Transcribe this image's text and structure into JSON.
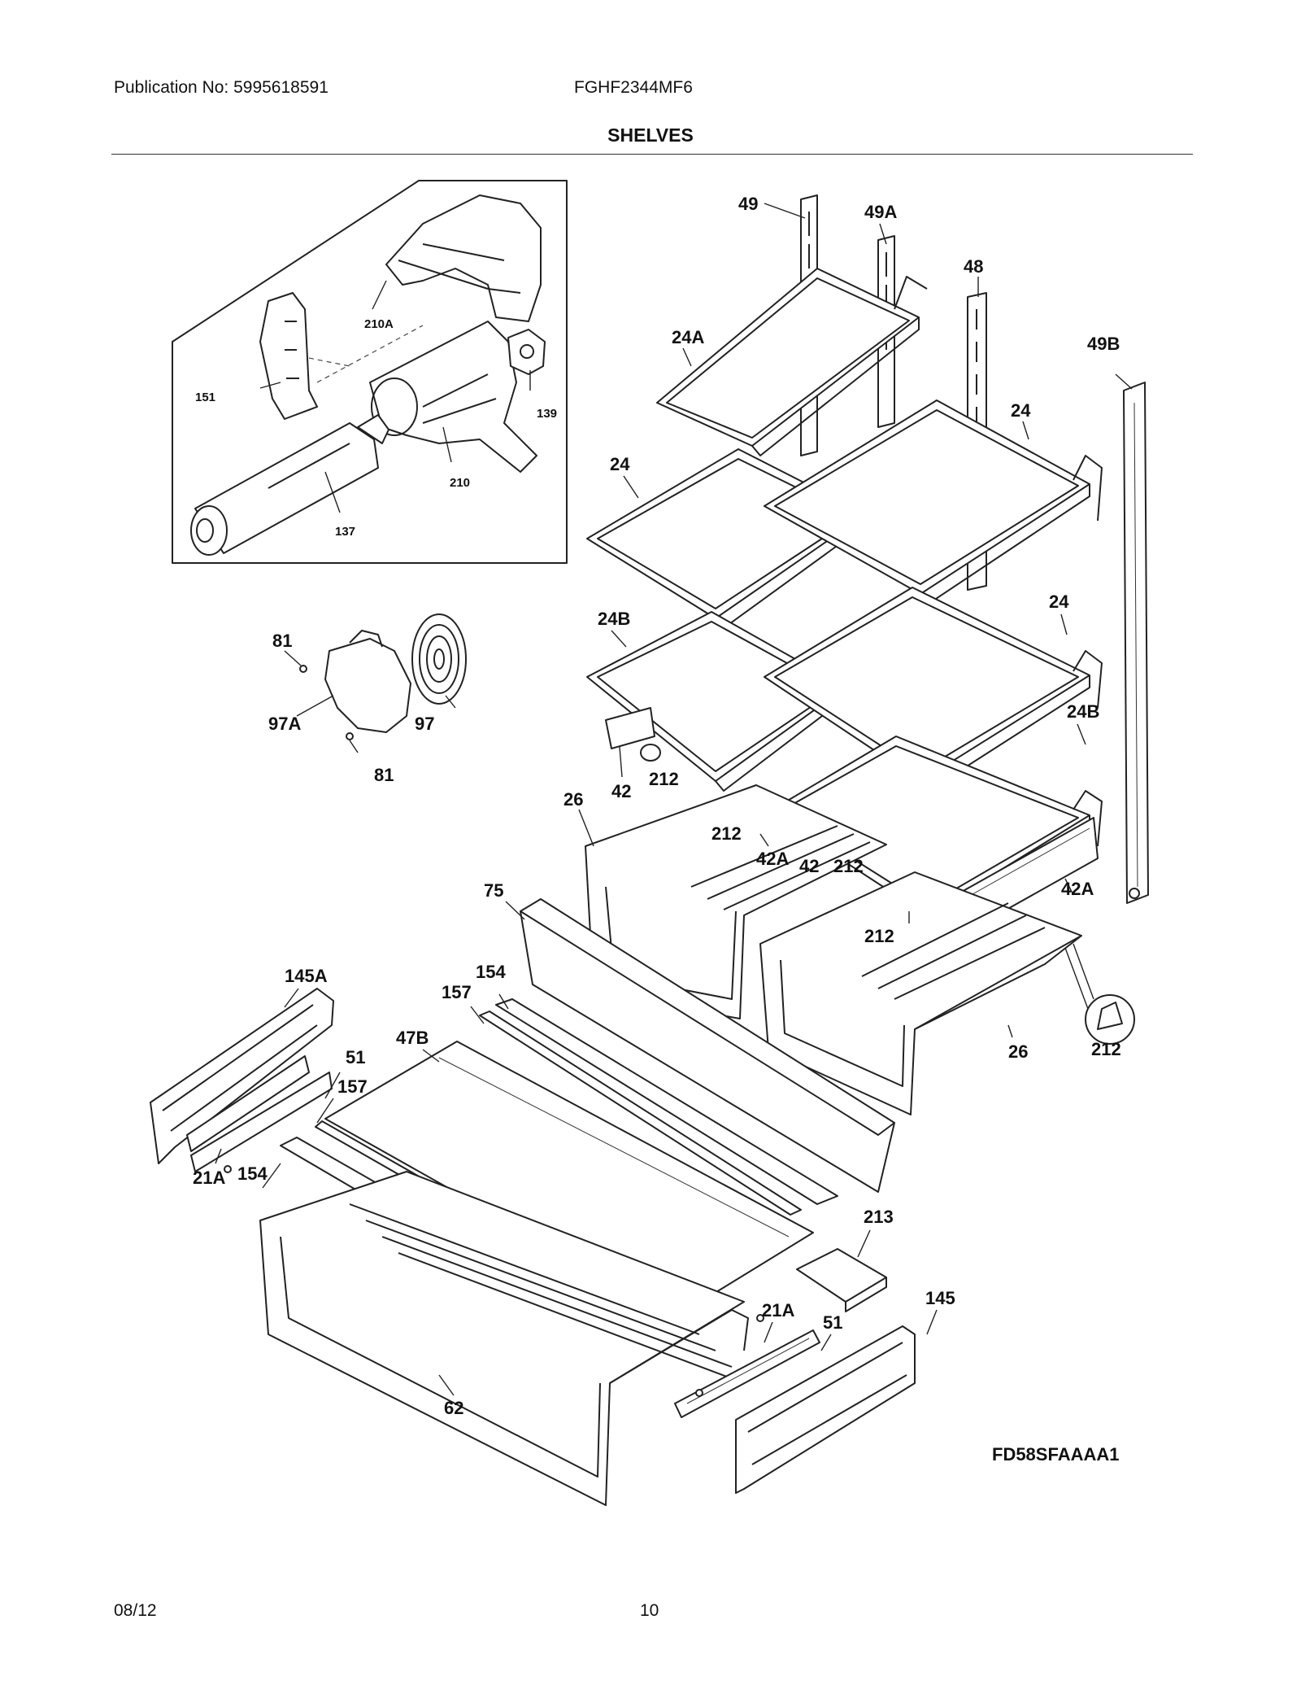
{
  "header": {
    "publication": "Publication No: 5995618591",
    "model": "FGHF2344MF6",
    "section_title": "SHELVES"
  },
  "footer": {
    "date": "08/12",
    "page": "10"
  },
  "diagram": {
    "code": "FD58SFAAAA1",
    "labels": {
      "l49": "49",
      "l49A": "49A",
      "l48": "48",
      "l49B": "49B",
      "l24A": "24A",
      "l24_a": "24",
      "l24_b": "24",
      "l24_c": "24",
      "l24B_a": "24B",
      "l24B_b": "24B",
      "l151": "151",
      "l210A": "210A",
      "l139": "139",
      "l210": "210",
      "l137": "137",
      "l81_a": "81",
      "l81_b": "81",
      "l97": "97",
      "l97A": "97A",
      "l42_a": "42",
      "l212_a": "212",
      "l26_a": "26",
      "l212_b": "212",
      "l42A_a": "42A",
      "l42_b": "42",
      "l212_c": "212",
      "l42A_b": "42A",
      "l212_d": "212",
      "l75": "75",
      "l145A": "145A",
      "l154_a": "154",
      "l157_a": "157",
      "l47B": "47B",
      "l51_a": "51",
      "l157_b": "157",
      "l21A_a": "21A",
      "l154_b": "154",
      "l26_b": "26",
      "l212_e": "212",
      "l213": "213",
      "l145": "145",
      "l21A_b": "21A",
      "l51_b": "51",
      "l62": "62"
    }
  }
}
